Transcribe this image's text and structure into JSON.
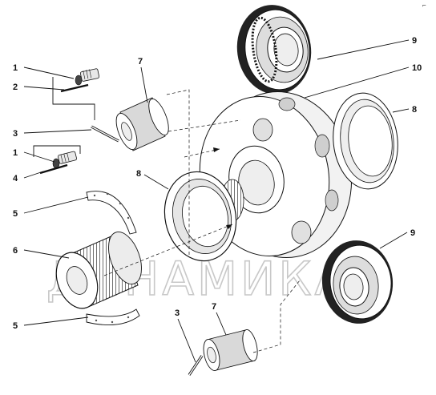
{
  "corner_mark": "⌐",
  "watermark": "ДИНАМИКА",
  "callouts": [
    {
      "id": "c1a",
      "text": "1"
    },
    {
      "id": "c2",
      "text": "2"
    },
    {
      "id": "c3a",
      "text": "3"
    },
    {
      "id": "c1b",
      "text": "1"
    },
    {
      "id": "c4",
      "text": "4"
    },
    {
      "id": "c5a",
      "text": "5"
    },
    {
      "id": "c6",
      "text": "6"
    },
    {
      "id": "c5b",
      "text": "5"
    },
    {
      "id": "c7a",
      "text": "7"
    },
    {
      "id": "c8a",
      "text": "8"
    },
    {
      "id": "c9a",
      "text": "9"
    },
    {
      "id": "c10",
      "text": "10"
    },
    {
      "id": "c8b",
      "text": "8"
    },
    {
      "id": "c9b",
      "text": "9"
    },
    {
      "id": "c3b",
      "text": "3"
    },
    {
      "id": "c7b",
      "text": "7"
    }
  ]
}
